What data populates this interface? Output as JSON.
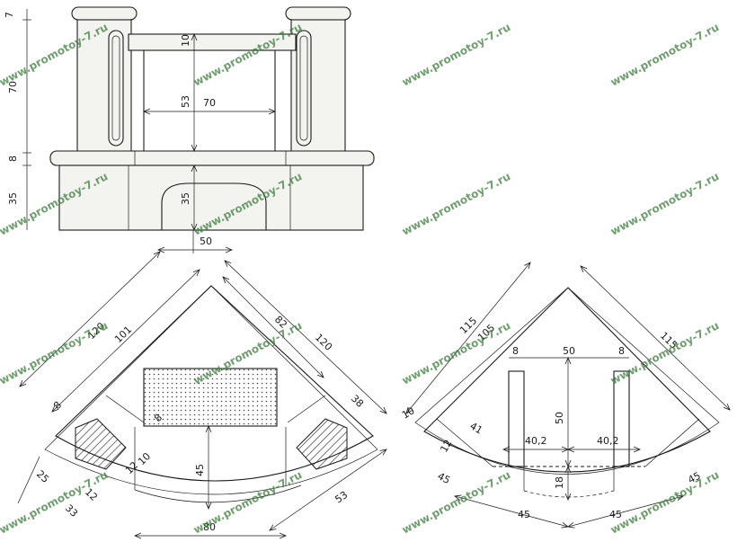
{
  "watermark": "www.promotoy-7.ru",
  "front_view": {
    "left_dims": [
      "7",
      "70",
      "8",
      "35"
    ],
    "inner_dims": {
      "top_bar": "10",
      "opening_h": "53",
      "opening_w": "70",
      "arch_h": "35",
      "base_w": "50"
    }
  },
  "plan_left": {
    "dims": {
      "outer_left": "120",
      "inner_left": "101",
      "outer_right": "120",
      "inner_right": "82",
      "side_right": "38",
      "left_small": "8",
      "firebox_gap": "8",
      "depth": "45",
      "left_step1": "25",
      "left_step2": "33",
      "left_step3": "12",
      "inner_a": "12",
      "inner_b": "10",
      "front_w": "80",
      "right_diag": "53"
    }
  },
  "plan_right": {
    "dims": {
      "outer_left": "115",
      "inner_left": "105",
      "outer_right": "115",
      "post_a": "8",
      "span": "50",
      "post_b": "8",
      "height": "50",
      "left_side": "41",
      "left_small": "10",
      "left_step": "12",
      "half_left": "40,2",
      "half_right": "40,2",
      "depth": "18",
      "left_foot": "45",
      "right_foot": "45",
      "bottom_left": "45",
      "bottom_right": "45"
    }
  },
  "colors": {
    "line": "#1a1a1a",
    "watermark": "#3f7d3f",
    "fill": "#f3f3f0"
  }
}
